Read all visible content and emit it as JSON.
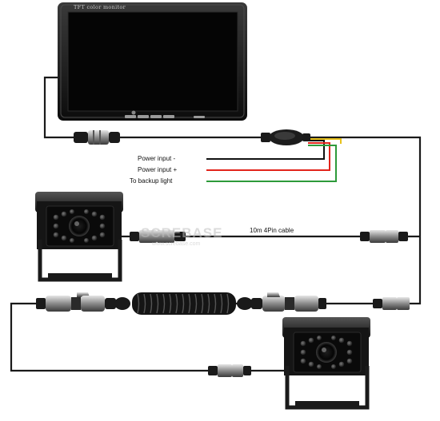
{
  "monitor": {
    "title": "TFT color monitor"
  },
  "wires": {
    "power_neg": "Power input -",
    "power_pos": "Power input +",
    "backup": "To backup light"
  },
  "cable_label": "10m 4Pin cable",
  "watermark": {
    "brand": "SCREBASE",
    "sub": "www.screbase.com"
  },
  "colors": {
    "cable": "#1a1a1a",
    "wire_black": "#111111",
    "wire_red": "#e2241b",
    "wire_green": "#2d9a3a",
    "wire_yellow": "#e8c21a",
    "connector": "#8c8c8c"
  }
}
